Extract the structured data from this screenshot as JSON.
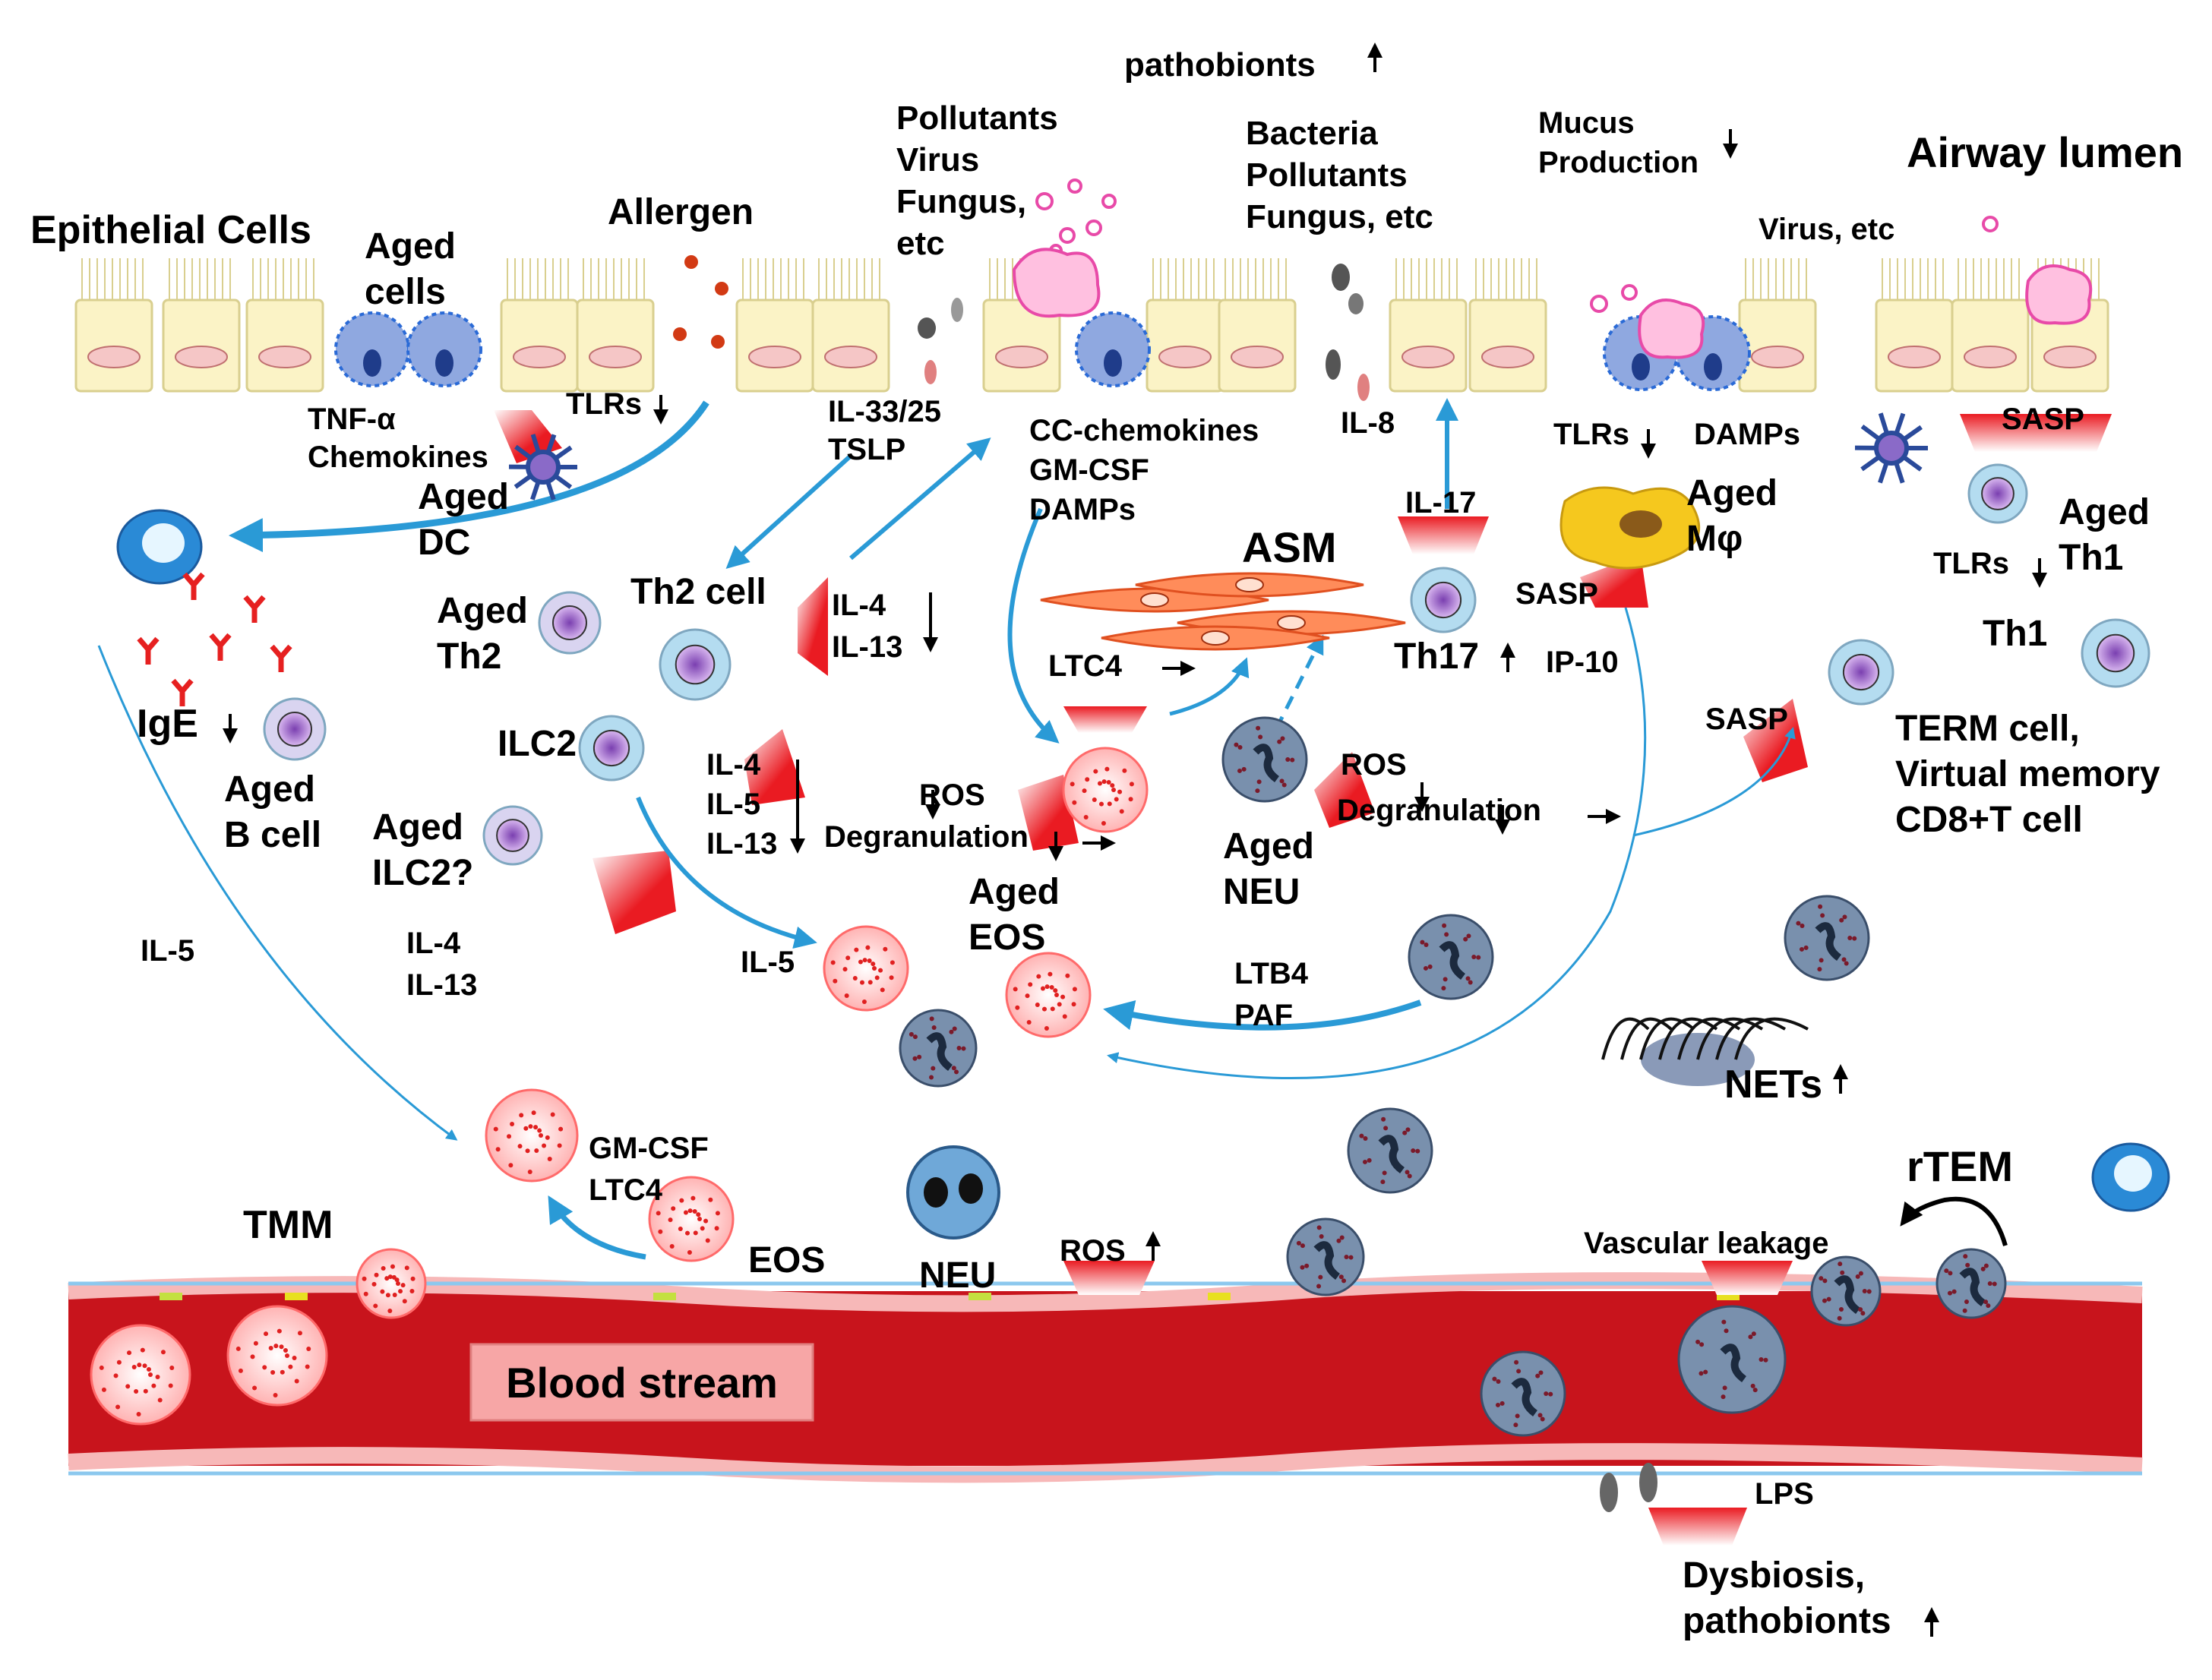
{
  "labels": {
    "pathobionts_top": "pathobionts",
    "pollutants": [
      "Pollutants",
      "Virus",
      "Fungus,",
      "etc"
    ],
    "bacteria": [
      "Bacteria",
      "Pollutants",
      "Fungus, etc"
    ],
    "mucus": [
      "Mucus",
      "Production"
    ],
    "airway_lumen": "Airway lumen",
    "epithelial": "Epithelial Cells",
    "aged_cells": [
      "Aged",
      "cells"
    ],
    "allergen": "Allergen",
    "virus_etc": "Virus,  etc",
    "tnf": [
      "TNF-α",
      "Chemokines"
    ],
    "tlrs1": "TLRs",
    "aged_dc": [
      "Aged",
      "DC"
    ],
    "il33": [
      "IL-33/25",
      "TSLP"
    ],
    "cc_chemokines": [
      "CC-chemokines",
      "GM-CSF",
      "DAMPs"
    ],
    "il8": "IL-8",
    "tlrs2": "TLRs",
    "damps": "DAMPs",
    "sasp1": "SASP",
    "il17": "IL-17",
    "aged_mphi": [
      "Aged",
      "Mφ"
    ],
    "tlrs3": "TLRs",
    "aged_th1": [
      "Aged",
      "Th1"
    ],
    "asm": "ASM",
    "th2cell": "Th2 cell",
    "aged_th2": [
      "Aged",
      "Th2"
    ],
    "il4_il13_top": [
      "IL-4",
      "IL-13"
    ],
    "ltc4": "LTC4",
    "th17": "Th17",
    "sasp2": "SASP",
    "ip10": "IP-10",
    "th1": "Th1",
    "ige": "IgE",
    "aged_bcell": [
      "Aged",
      "B cell"
    ],
    "ilc2": "ILC2",
    "il_mid": [
      "IL-4",
      "IL-5",
      "IL-13"
    ],
    "ros1": "ROS",
    "degranulation1": "Degranulation",
    "ros2": "ROS",
    "degranulation2": "Degranulation",
    "sasp3": "SASP",
    "term_cell": [
      "TERM cell,",
      "Virtual memory",
      "CD8+T cell"
    ],
    "aged_ilc2": [
      "Aged",
      "ILC2?"
    ],
    "aged_eos": [
      "Aged",
      "EOS"
    ],
    "aged_neu": [
      "Aged",
      "NEU"
    ],
    "il5_left": "IL-5",
    "il4_il13_left": [
      "IL-4",
      "IL-13"
    ],
    "il5_mid": "IL-5",
    "ltb4": [
      "LTB4",
      "PAF"
    ],
    "nets": "NETs",
    "gmcsf": [
      "GM-CSF",
      "LTC4"
    ],
    "tmm": "TMM",
    "eos": "EOS",
    "neu": "NEU",
    "ros3": "ROS",
    "rtem": "rTEM",
    "vascular_leakage": "Vascular leakage",
    "blood_stream": "Blood stream",
    "lps": "LPS",
    "dysbiosis": [
      "Dysbiosis,",
      "pathobionts"
    ]
  },
  "colors": {
    "blood": "#c8141c",
    "epithelium": "#fbf3c6",
    "nucleus": "#f5c6c6",
    "arrow": "#2a9ad6",
    "signal": "#ea1b22",
    "th_cell": "#b4dcf0",
    "eos": "#ff9a9a",
    "neu": "#5a7391",
    "asm": "#ff8c5a",
    "macrophage": "#f5c81e"
  }
}
